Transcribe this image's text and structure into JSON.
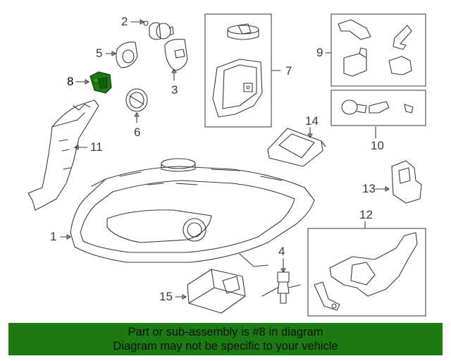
{
  "callouts": {
    "c1": "1",
    "c2": "2",
    "c3": "3",
    "c4": "4",
    "c5": "5",
    "c6": "6",
    "c7": "7",
    "c8": "8",
    "c9": "9",
    "c10": "10",
    "c11": "11",
    "c12": "12",
    "c13": "13",
    "c14": "14",
    "c15": "15"
  },
  "highlight_color": "#1b7a12",
  "banner": {
    "line1": "Part or sub-assembly is #8 in diagram",
    "line2": "Diagram may not be specific to your vehicle",
    "background": "#1b7a12"
  }
}
